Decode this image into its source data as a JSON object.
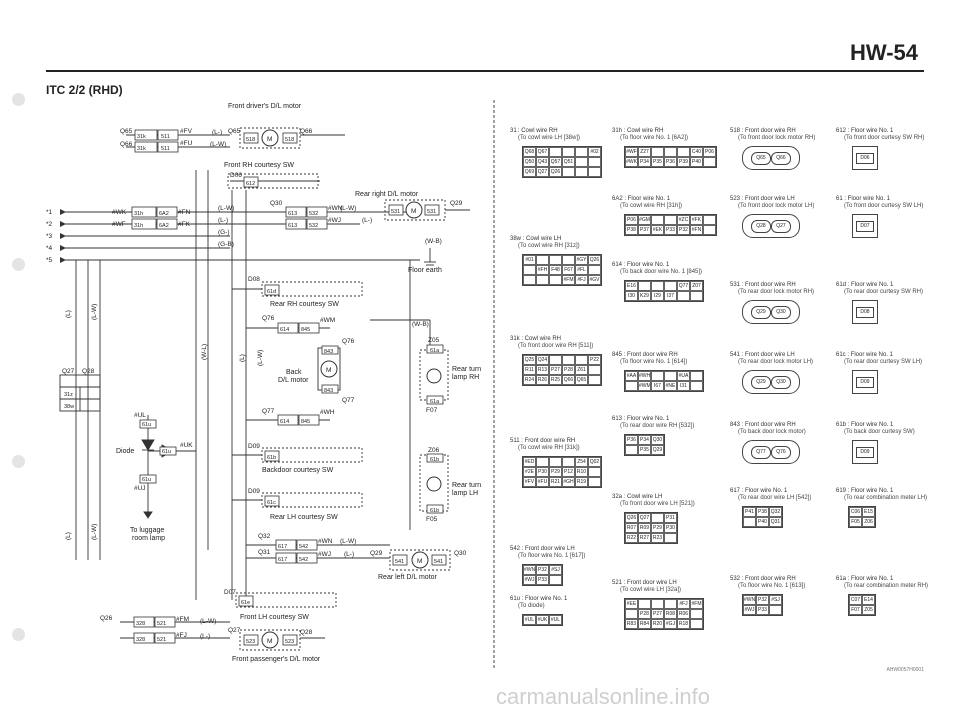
{
  "header": {
    "code": "HW-54",
    "title": "ITC 2/2 (RHD)"
  },
  "watermark": "carmanualsonline.info",
  "corner_note": "AHW0057H0001",
  "diagram": {
    "front_driver_motor": "Front driver's D/L motor",
    "front_rh_courtesy": "Front RH courtesy SW",
    "rear_right_motor": "Rear right D/L motor",
    "floor_earth": "Floor earth",
    "rear_rh_courtesy": "Rear RH courtesy SW",
    "back_motor_1": "Back",
    "back_motor_2": "D/L motor",
    "rear_turn_rh_1": "Rear turn",
    "rear_turn_rh_2": "lamp RH",
    "backdoor_courtesy": "Backdoor courtesy SW",
    "rear_turn_lh_1": "Rear turn",
    "rear_turn_lh_2": "lamp LH",
    "rear_lh_courtesy": "Rear LH courtesy SW",
    "rear_left_motor": "Rear left D/L motor",
    "diode": "Diode",
    "luggage_1": "To luggage",
    "luggage_2": "room lamp",
    "front_lh_courtesy": "Front LH courtesy SW",
    "front_passenger_motor": "Front passenger's D/L motor",
    "refs": [
      "*1",
      "*2",
      "*3",
      "*4",
      "*5"
    ],
    "wire_lw": "(L-W)",
    "wire_l": "(L-)",
    "wire_l2": "(L)",
    "wire_gl": "(G-)",
    "wire_gb": "(G-B)",
    "wire_wb": "(W-B)",
    "wire_wl": "(W-L)",
    "m": "M",
    "tags": {
      "q65a": "Q65",
      "q65b": "Q65",
      "q66a": "Q66",
      "q66b": "Q66",
      "d06": "D06",
      "q30": "Q30",
      "q29": "Q29",
      "d08": "D08",
      "q76a": "Q76",
      "q76b": "Q76",
      "q77a": "Q77",
      "q77b": "Q77",
      "d09": "D09",
      "d09b": "D09",
      "z05": "Z05",
      "f07": "F07",
      "z06": "Z06",
      "f05": "F05",
      "q27": "Q27",
      "q28": "Q28",
      "q32": "Q32",
      "q31": "Q31",
      "q29b": "Q29",
      "q30b": "Q30",
      "d07": "D07",
      "q26": "Q26",
      "q27b": "Q27",
      "q28b": "Q28",
      "ul": "#UL",
      "uk": "#UK",
      "uj": "#UJ"
    },
    "wires": {
      "fv": "#FV",
      "fu": "#FU",
      "wk": "#WK",
      "fn": "#FN",
      "wf": "#WF",
      "fk": "#FK",
      "wn": "#WN",
      "wj": "#WJ",
      "wm": "#WM",
      "wh": "#WH",
      "wn2": "#WN",
      "wj2": "#WJ",
      "fm": "#FM",
      "fj": "#FJ"
    },
    "codes": {
      "c31k511a": "31k",
      "c511a": "511",
      "c31k511b": "31k",
      "c511b": "511",
      "c518a": "518",
      "c518b": "518",
      "c612": "612",
      "c31h6a2a": "31h",
      "c6a2a": "6A2",
      "c31h6a2b": "31h",
      "c6a2b": "6A2",
      "c613a": "613",
      "c532a": "532",
      "c613b": "613",
      "c532b": "532",
      "c531a": "531",
      "c531b": "531",
      "c61d": "61d",
      "c614a": "614",
      "c845a": "845",
      "c843a": "843",
      "c843b": "843",
      "c614b": "614",
      "c845b": "845",
      "c61aa": "61a",
      "c61ab": "61a",
      "c61b": "61b",
      "c61ba": "61b",
      "c61bb": "61b",
      "c61c": "61c",
      "c617a": "617",
      "c542a": "542",
      "c617b": "617",
      "c542b": "542",
      "c541a": "541",
      "c541b": "541",
      "c61e": "61e",
      "c328a": "328",
      "c521a": "521",
      "c328b": "328",
      "c521b": "521",
      "c523a": "523",
      "c523b": "523",
      "c61u1": "61u",
      "c61u2": "61u",
      "c61u3": "61u",
      "c31z": "31z",
      "c38w": "38w"
    }
  },
  "connectors": [
    {
      "line1": "31 : Cowl wire RH",
      "line2": "(To cowl wire LH [38w])",
      "cols": 6,
      "cells": [
        "Q68",
        "Q67",
        "",
        "",
        "",
        "#02",
        "Q50",
        "Q43",
        "Q57",
        "Q51",
        "",
        "",
        "Q69",
        "Q27",
        "Q26",
        "",
        "",
        ""
      ]
    },
    {
      "line1": "31h : Cowl wire RH",
      "line2": "(To floor wire No. 1 [6A2])",
      "cols": 7,
      "cells": [
        "#WF",
        "Z27",
        "",
        "",
        "",
        "C40",
        "P06",
        "#WK",
        "P34",
        "P35",
        "P36",
        "P39",
        "P40",
        ""
      ]
    },
    {
      "line1": "518 : Front door wire RH",
      "line2": "(To front door lock motor RH)",
      "oval": [
        "Q65",
        "Q66"
      ]
    },
    {
      "line1": "612 : Floor wire No. 1",
      "line2": "(To front door curtesy SW RH)",
      "sq": "D06"
    },
    {
      "line1": "6A2 : Floor wire No. 1",
      "line2": "(To cowl wire RH [31h])",
      "cols": 7,
      "cells": [
        "P06",
        "#GM",
        "",
        "",
        "#ZC",
        "#FK",
        "",
        "P38",
        "P37",
        "#EK",
        "P33",
        "P32",
        "#FN",
        ""
      ]
    },
    {
      "line1": "523 : Front door wire LH",
      "line2": "(To front door lock motor LH)",
      "oval": [
        "Q28",
        "Q27"
      ]
    },
    {
      "line1": "61 : Floor wire No. 1",
      "line2": "(To front door curtesy SW LH)",
      "sq": "D07"
    },
    {
      "line1": "38w : Cowl wire LH",
      "line2": "(To cowl wire RH [31z])",
      "cols": 6,
      "cells": [
        "#01",
        "",
        "",
        "",
        "#GY",
        "Q26",
        "",
        "#FH",
        "F48",
        "F67",
        "#FL",
        "",
        "",
        "",
        "",
        "#FM",
        "#FJ",
        "#GV"
      ]
    },
    {
      "line1": "614 : Floor wire No. 1",
      "line2": "(To back door wire No. 1 [845])",
      "cols": 6,
      "cells": [
        "E16",
        "",
        "",
        "",
        "Q77",
        "Z07",
        "I30",
        "K29",
        "I29",
        "I37",
        "",
        ""
      ]
    },
    {
      "line1": "531 : Front door wire RH",
      "line2": "(To rear door lock motor RH)",
      "oval": [
        "Q29",
        "Q30"
      ]
    },
    {
      "line1": "61d : Floor wire No. 1",
      "line2": "(To rear door curtesy SW RH)",
      "sq": "D08"
    },
    {
      "line1": "31k : Cowl wire RH",
      "line2": "(To front door wire RH [511])",
      "cols": 6,
      "cells": [
        "Q25",
        "Q24",
        "",
        "",
        "",
        "P22",
        "R11",
        "R13",
        "P27",
        "P28",
        "Z61",
        "",
        "R24",
        "R26",
        "R25",
        "Q66",
        "Q65",
        ""
      ]
    },
    {
      "line1": "845 : Front door wire RH",
      "line2": "(To floor wire No. 1 [614])",
      "cols": 6,
      "cells": [
        "#AA",
        "#WH",
        "",
        "",
        "#UA",
        "",
        "",
        "#WM",
        "I67",
        "#NE",
        "I31",
        ""
      ]
    },
    {
      "line1": "541 : Front door wire LH",
      "line2": "(To rear door lock motor LH)",
      "oval": [
        "Q29",
        "Q30"
      ]
    },
    {
      "line1": "61c : Floor wire No. 1",
      "line2": "(To rear door curtesy SW LH)",
      "sq": "D09"
    },
    {
      "line1": "613 : Floor wire No. 1",
      "line2": "(To rear door wire RH [532])",
      "cols": 3,
      "cells": [
        "P36",
        "P34",
        "Q30",
        "",
        "P35",
        "Q29"
      ]
    },
    {
      "line1": "843 : Front door wire RH",
      "line2": "(To back door lock motor)",
      "oval": [
        "Q77",
        "Q76"
      ]
    },
    {
      "line1": "61b : Floor wire No. 1",
      "line2": "(To back door curtesy SW)",
      "sq": "D09"
    },
    {
      "line1": "511 : Front door wire RH",
      "line2": "(To cowl wire RH [31k])",
      "cols": 6,
      "cells": [
        "#ED",
        "",
        "",
        "",
        "Z54",
        "Q02",
        "#2E",
        "P30",
        "P29",
        "P12",
        "R10",
        "",
        "#FV",
        "#FU",
        "R21",
        "#GH",
        "R19",
        ""
      ]
    },
    {
      "line1": "617 : Floor wire No. 1",
      "line2": "(To rear door wire LH [542])",
      "cols": 3,
      "cells": [
        "P41",
        "P38",
        "Q32",
        "",
        "P40",
        "Q31"
      ]
    },
    {
      "line1": "619 : Floor wire No. 1",
      "line2": "(To rear combination meter LH)",
      "cols": 2,
      "cells": [
        "C06",
        "E15",
        "F05",
        "Z06"
      ]
    },
    {
      "line1": "32a : Cowl wire LH",
      "line2": "(To front door wire LH [521])",
      "cols": 4,
      "cells": [
        "Q26",
        "Q27",
        "",
        "P31",
        "R07",
        "R09",
        "P29",
        "P30",
        "R22",
        "R27",
        "R23",
        ""
      ]
    },
    {
      "line1": "542 : Front door wire LH",
      "line2": "(To floor wire No. 1 [617])",
      "cols": 3,
      "cells": [
        "#WN",
        "P32",
        "#SJ",
        "#WJ",
        "P33",
        ""
      ]
    },
    {
      "line1": "532 : Front door wire RH",
      "line2": "(To floor wire No. 1 [613])",
      "cols": 3,
      "cells": [
        "#WN",
        "P32",
        "#SJ",
        "#WJ",
        "P33",
        ""
      ]
    },
    {
      "line1": "61a : Floor wire No. 1",
      "line2": "(To rear combination meter RH)",
      "cols": 2,
      "cells": [
        "C07",
        "E14",
        "F07",
        "Z05"
      ]
    },
    {
      "line1": "521 : Front door wire LH",
      "line2": "(To cowl wire LH [32a])",
      "cols": 6,
      "cells": [
        "#EE",
        "",
        "",
        "",
        "#FJ",
        "#FM",
        "",
        "P28",
        "P27",
        "R08",
        "R06",
        "",
        "R83",
        "R84",
        "R20",
        "#GJ",
        "R18",
        ""
      ]
    },
    {
      "line1": "61u : Floor wire No. 1",
      "line2": "(To diode)",
      "cols": 3,
      "cells": [
        "#UL",
        "#UK",
        "#UL"
      ]
    }
  ]
}
